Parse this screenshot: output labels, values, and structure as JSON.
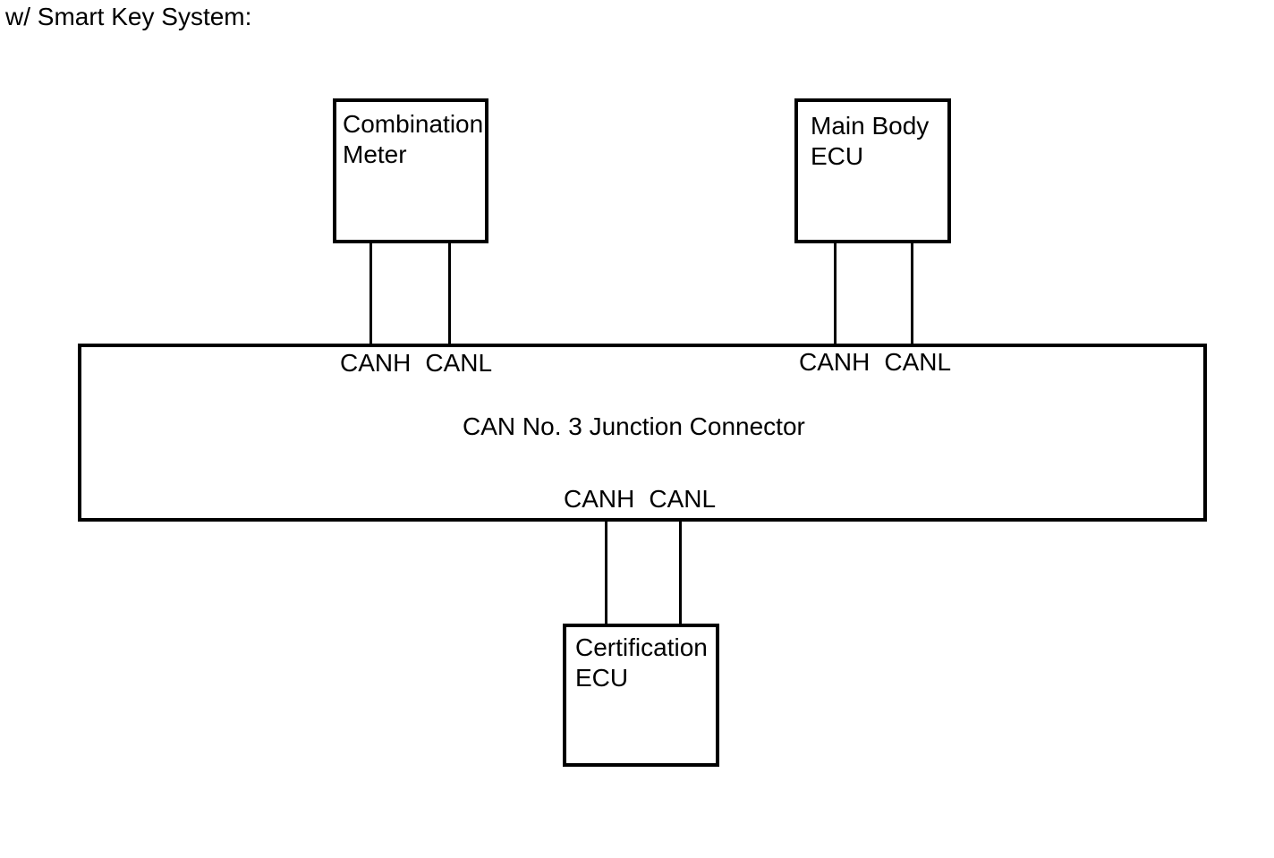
{
  "header": {
    "title": "w/ Smart Key System:"
  },
  "diagram": {
    "boxes": {
      "combination_meter": {
        "line1": "Combination",
        "line2": "Meter"
      },
      "main_body_ecu": {
        "line1": "Main Body",
        "line2": "ECU"
      },
      "certification_ecu": {
        "line1": "Certification",
        "line2": "ECU"
      },
      "junction_connector": {
        "title": "CAN No. 3 Junction Connector"
      }
    },
    "pin_labels": {
      "canh": "CANH",
      "canl": "CANL"
    },
    "colors": {
      "line": "#000000",
      "text": "#000000",
      "background": "#ffffff"
    }
  }
}
